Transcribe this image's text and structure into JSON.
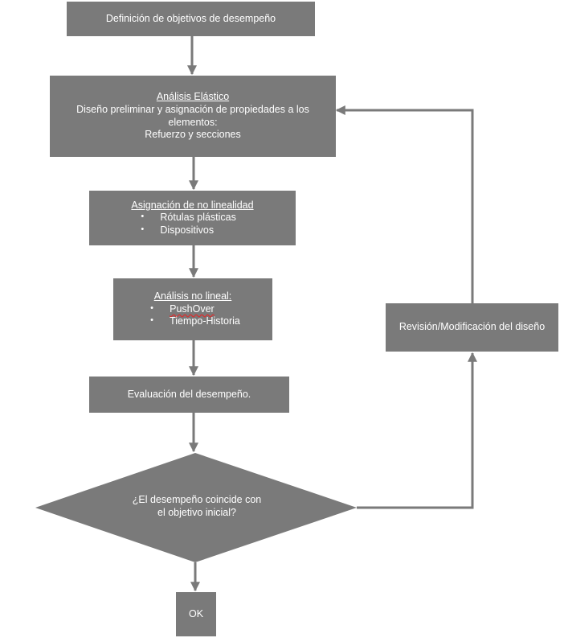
{
  "nodes": {
    "objectives": {
      "text": "Definición de objetivos de desempeño"
    },
    "elastic": {
      "title": "Análisis Elástico",
      "line1": "Diseño preliminar y asignación de propiedades a los elementos:",
      "line2": "Refuerzo y secciones"
    },
    "nonlinearity": {
      "title": "Asignación de no linealidad",
      "items": [
        "Rótulas plásticas",
        "Dispositivos"
      ]
    },
    "nonlinear_analysis": {
      "title": "Análisis no lineal:",
      "items": [
        "PushOver",
        "Tiempo-Historia"
      ]
    },
    "evaluation": {
      "text": "Evaluación del desempeño."
    },
    "decision": {
      "line1": "¿El desempeño coincide con",
      "line2": "el objetivo inicial?"
    },
    "ok": {
      "text": "OK"
    },
    "revision": {
      "text": "Revisión/Modificación del diseño"
    }
  },
  "colors": {
    "box": "#7a7a7a",
    "arrow": "#7a7a7a",
    "text": "#ffffff"
  }
}
